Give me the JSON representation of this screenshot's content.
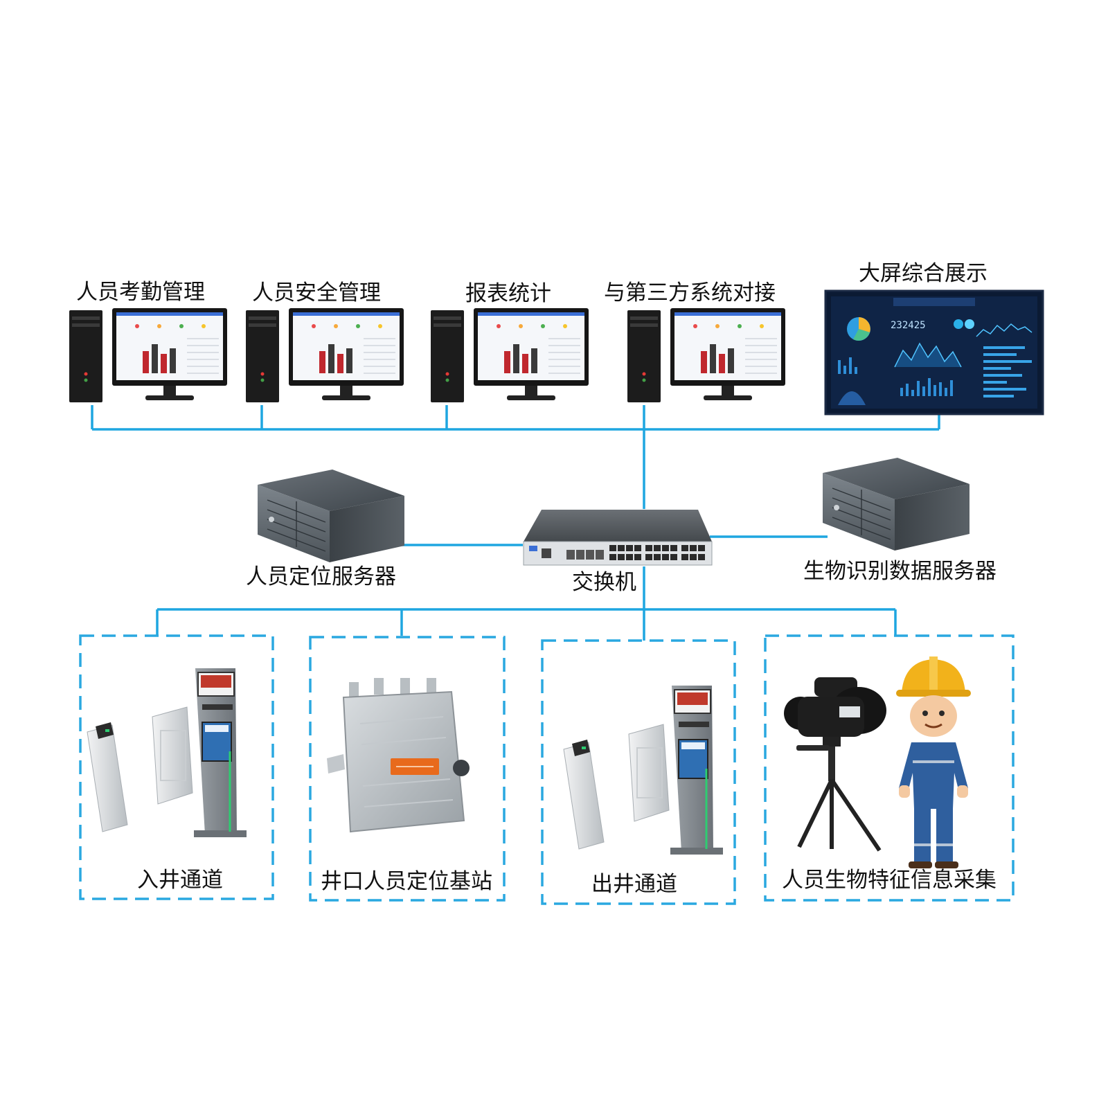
{
  "workstations": [
    {
      "label": "人员考勤管理"
    },
    {
      "label": "人员安全管理"
    },
    {
      "label": "报表统计"
    },
    {
      "label": "与第三方系统对接"
    }
  ],
  "big_screen": {
    "label": "大屏综合展示",
    "counter_text": "232425"
  },
  "servers": {
    "positioning": {
      "label": "人员定位服务器"
    },
    "biometric": {
      "label": "生物识别数据服务器"
    }
  },
  "switch": {
    "label": "交换机"
  },
  "field_groups": [
    {
      "label": "入井通道"
    },
    {
      "label": "井口人员定位基站"
    },
    {
      "label": "出井通道"
    },
    {
      "label": "人员生物特征信息采集"
    }
  ],
  "colors": {
    "link_line": "#1ea6e0",
    "dashed_border": "#2aa8e0",
    "bar_red": "#c0282e",
    "bar_dark": "#3a3a3a",
    "helmet": "#f2b21b",
    "worker_suit": "#2f5f9e",
    "badge_orange": "#e86a1c",
    "screen_bg": "#0d1f3c"
  },
  "icons": [
    "desktop-computer-icon",
    "rack-server-icon",
    "network-switch-icon",
    "turnstile-gate-icon",
    "base-station-icon",
    "tripod-camera-icon",
    "worker-icon"
  ]
}
